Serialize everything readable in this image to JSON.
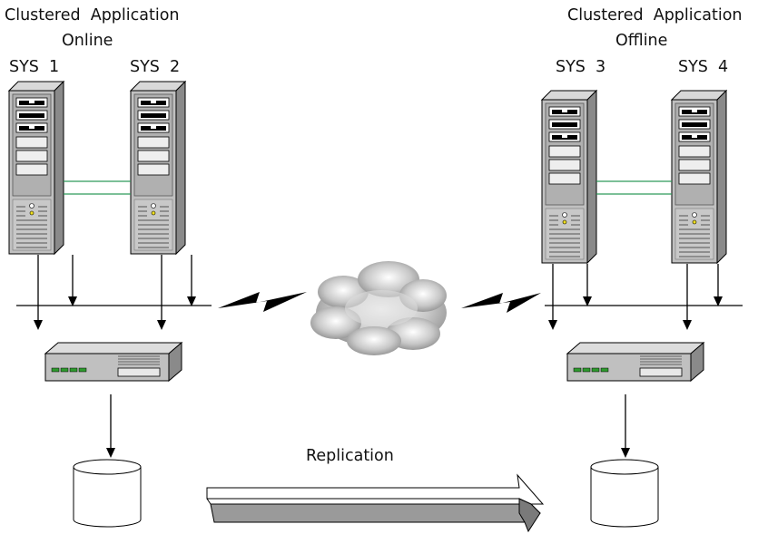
{
  "left_cluster": {
    "title_line1": "Clustered  Application",
    "title_line2": "Online",
    "systems": [
      "SYS  1",
      "SYS  2"
    ]
  },
  "right_cluster": {
    "title_line1": "Clustered  Application",
    "title_line2": "Offline",
    "systems": [
      "SYS  3",
      "SYS  4"
    ]
  },
  "replication_label": "Replication"
}
